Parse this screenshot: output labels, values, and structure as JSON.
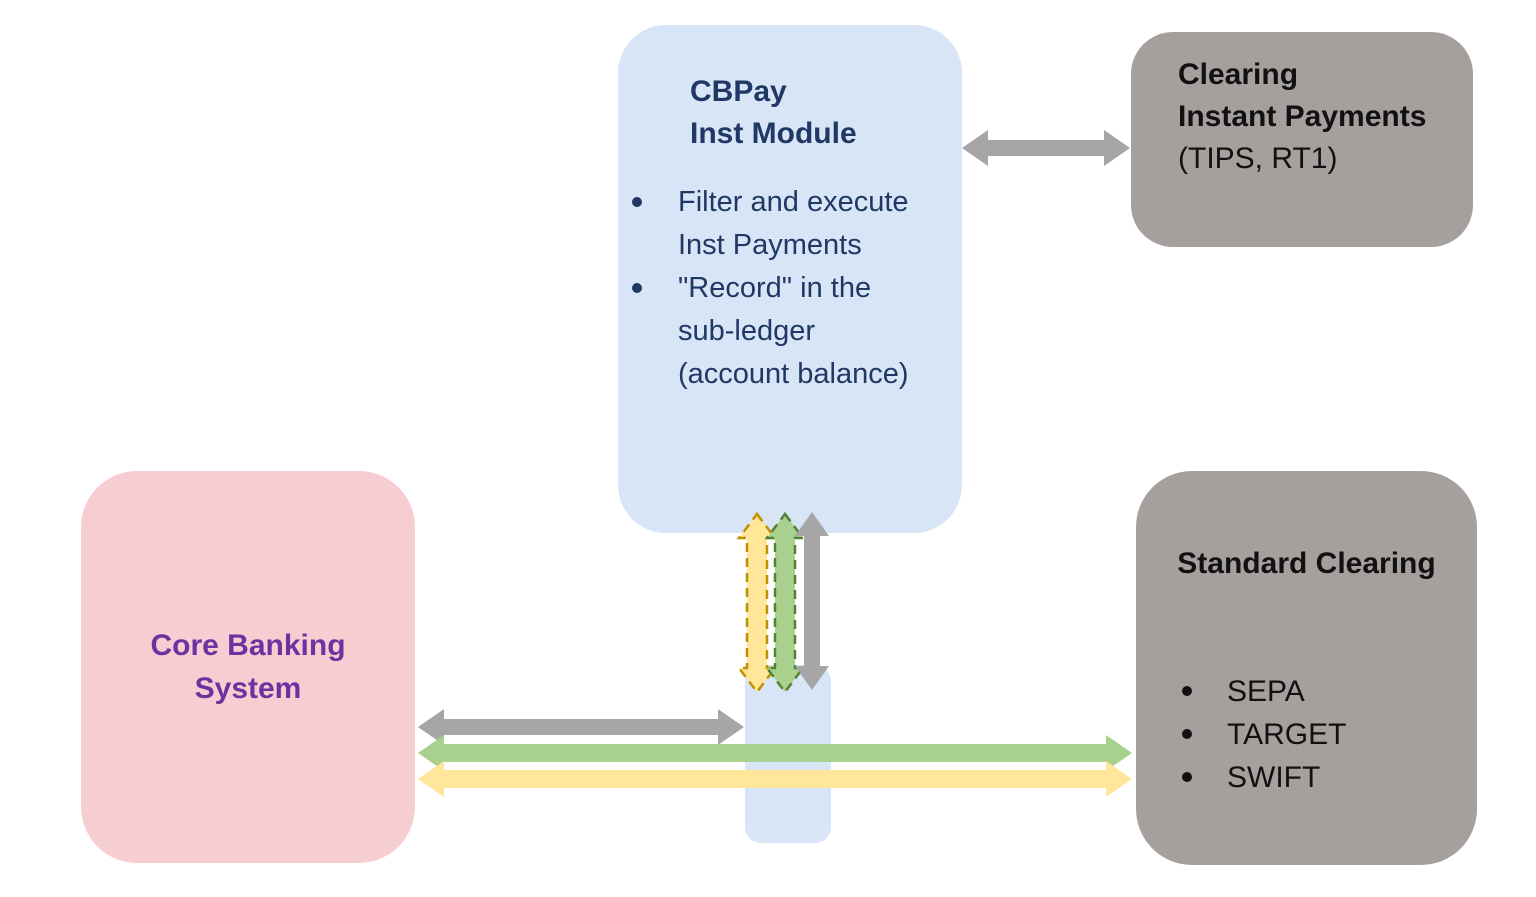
{
  "diagram": {
    "background": "#ffffff",
    "colors": {
      "light_blue": "#d8e5f7",
      "pink": "#f6ced2",
      "gray_box": "#a5a09e",
      "gray_arrow": "#a6a6a6",
      "green_arrow": "#a9d18e",
      "green_outline": "#538135",
      "yellow_arrow": "#ffe699",
      "yellow_outline": "#bf9000",
      "navy_text": "#1f3864",
      "purple_text": "#7030a0",
      "dark_text": "#111111"
    },
    "nodes": {
      "cbpay": {
        "title": "CBPay\nInst Module",
        "bullets": [
          "Filter and execute\nInst Payments",
          "\"Record\" in the\nsub-ledger\n(account balance)"
        ]
      },
      "clearing_instant": {
        "title": "Clearing\nInstant Payments",
        "subtitle": "(TIPS, RT1)"
      },
      "core_banking": {
        "title": "Core Banking\nSystem"
      },
      "standard_clearing": {
        "title": "Standard Clearing",
        "bullets": [
          "SEPA",
          "TARGET",
          "SWIFT"
        ]
      }
    }
  }
}
